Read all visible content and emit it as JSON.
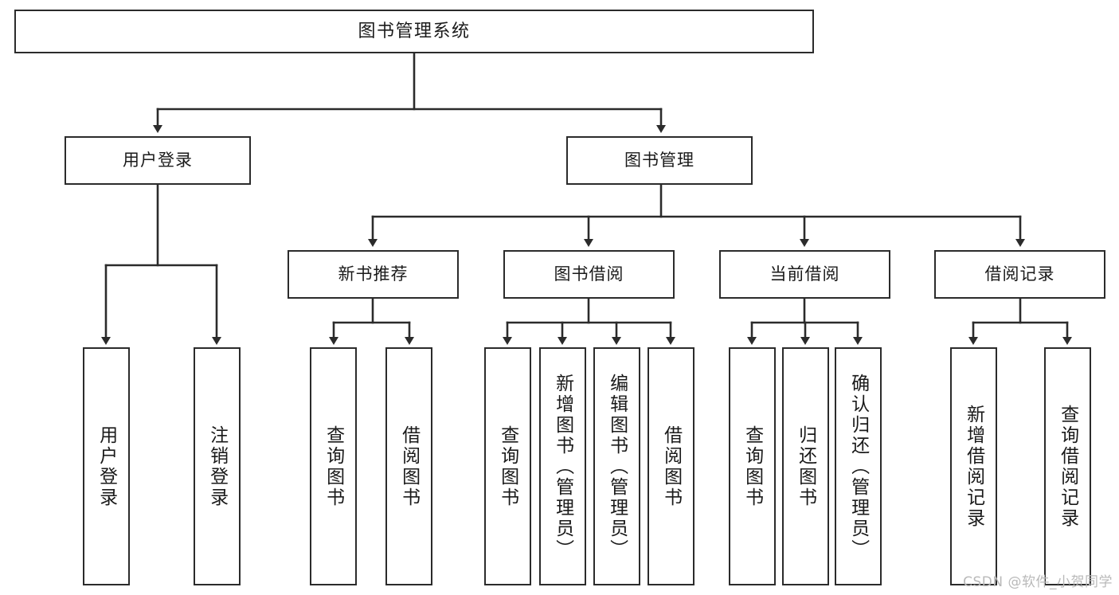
{
  "diagram": {
    "title": "图书管理系统",
    "watermark": "CSDN @软件_小贺同学",
    "style": {
      "border_color": "#2b2b2b",
      "fill_color": "#ffffff",
      "line_color": "#2b2b2b",
      "text_color": "#1a1a1a",
      "watermark_color": "#b9b9b9",
      "background": "#ffffff"
    },
    "levels": {
      "root": "图书管理系统",
      "level2": [
        "用户登录",
        "图书管理"
      ],
      "level3": [
        "新书推荐",
        "图书借阅",
        "当前借阅",
        "借阅记录"
      ]
    },
    "nodes": {
      "root": {
        "label": "图书管理系统"
      },
      "user_login": {
        "label": "用户登录"
      },
      "book_manage": {
        "label": "图书管理"
      },
      "new_book_rec": {
        "label": "新书推荐"
      },
      "book_borrow": {
        "label": "图书借阅"
      },
      "current_borrow": {
        "label": "当前借阅"
      },
      "borrow_record": {
        "label": "借阅记录"
      },
      "leaf_user_login": {
        "label": "用户登录"
      },
      "leaf_logout": {
        "label": "注销登录"
      },
      "leaf_query_book_1": {
        "label": "查询图书"
      },
      "leaf_borrow_book_1": {
        "label": "借阅图书"
      },
      "leaf_query_book_2": {
        "label": "查询图书"
      },
      "leaf_add_book_admin": {
        "label": "新增图书（管理员）"
      },
      "leaf_edit_book_admin": {
        "label": "编辑图书（管理员）"
      },
      "leaf_borrow_book_2": {
        "label": "借阅图书"
      },
      "leaf_query_book_3": {
        "label": "查询图书"
      },
      "leaf_return_book": {
        "label": "归还图书"
      },
      "leaf_confirm_return_admin": {
        "label": "确认归还（管理员）"
      },
      "leaf_add_record": {
        "label": "新增借阅记录"
      },
      "leaf_query_record": {
        "label": "查询借阅记录"
      }
    },
    "tree": [
      {
        "label": "图书管理系统",
        "children": [
          {
            "label": "用户登录",
            "children": [
              {
                "label": "用户登录"
              },
              {
                "label": "注销登录"
              }
            ]
          },
          {
            "label": "图书管理",
            "children": [
              {
                "label": "新书推荐",
                "children": [
                  {
                    "label": "查询图书"
                  },
                  {
                    "label": "借阅图书"
                  }
                ]
              },
              {
                "label": "图书借阅",
                "children": [
                  {
                    "label": "查询图书"
                  },
                  {
                    "label": "新增图书（管理员）"
                  },
                  {
                    "label": "编辑图书（管理员）"
                  },
                  {
                    "label": "借阅图书"
                  }
                ]
              },
              {
                "label": "当前借阅",
                "children": [
                  {
                    "label": "查询图书"
                  },
                  {
                    "label": "归还图书"
                  },
                  {
                    "label": "确认归还（管理员）"
                  }
                ]
              },
              {
                "label": "借阅记录",
                "children": [
                  {
                    "label": "新增借阅记录"
                  },
                  {
                    "label": "查询借阅记录"
                  }
                ]
              }
            ]
          }
        ]
      }
    ]
  }
}
